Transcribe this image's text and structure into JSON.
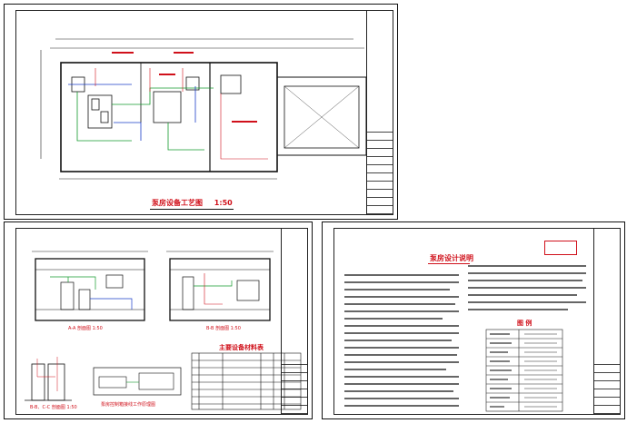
{
  "sheet1": {
    "title": "泵房设备工艺图",
    "scale": "1:50"
  },
  "sheet2": {
    "section_a": "A-A 剖面图",
    "section_a_scale": "1:50",
    "section_b": "B-B 剖面图",
    "section_b_scale": "1:50",
    "section_c": "B-B、C-C 剖面图",
    "section_c_scale": "1:50",
    "panel_caption": "泵房控制箱接线工作原理图",
    "materials_title": "主要设备材料表"
  },
  "sheet3": {
    "title": "泵房设计说明",
    "legend_title": "图 例"
  },
  "colors": {
    "red": "#d0101a",
    "green": "#139a2c",
    "blue": "#1a3cc8",
    "line": "#222222"
  }
}
